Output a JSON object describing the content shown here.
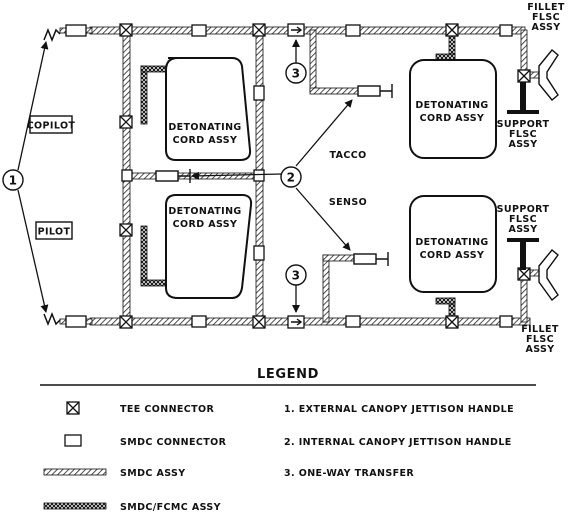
{
  "labels": {
    "copilot": "COPILOT",
    "pilot": "PILOT",
    "tacco": "TACCO",
    "senso": "SENSO",
    "det_cord_line1": "DETONATING",
    "det_cord_line2": "CORD ASSY",
    "det_cord_single": "DETONATING CORD ASSY",
    "fillet_top": [
      "FILLET",
      "FLSC",
      "ASSY"
    ],
    "support_top": [
      "SUPPORT",
      "FLSC",
      "ASSY"
    ],
    "support_bottom": [
      "SUPPORT",
      "FLSC",
      "ASSY"
    ],
    "fillet_bottom": [
      "FILLET",
      "FLSC",
      "ASSY"
    ]
  },
  "callouts": {
    "c1": "1",
    "c2": "2",
    "c3": "3"
  },
  "legend": {
    "title": "LEGEND",
    "items": [
      {
        "symbol": "tee-connector",
        "label": "TEE CONNECTOR"
      },
      {
        "symbol": "smdc-connector",
        "label": "SMDC CONNECTOR"
      },
      {
        "symbol": "smdc-assy",
        "label": "SMDC ASSY"
      },
      {
        "symbol": "smdc-fcmc-assy",
        "label": "SMDC/FCMC ASSY"
      }
    ],
    "notes": [
      "1. EXTERNAL CANOPY JETTISON HANDLE",
      "2. INTERNAL CANOPY JETTISON HANDLE",
      "3. ONE-WAY TRANSFER"
    ]
  }
}
